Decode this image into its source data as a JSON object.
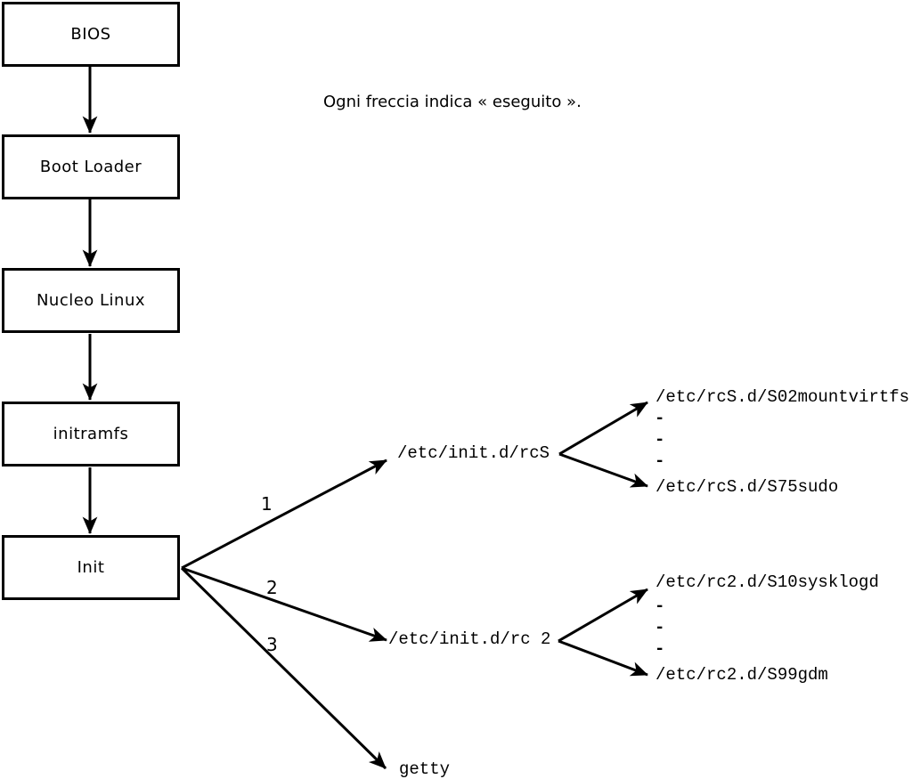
{
  "note": {
    "text": "Ogni freccia indica « eseguito »."
  },
  "chain": {
    "boxes": [
      {
        "label": "BIOS"
      },
      {
        "label": "Boot Loader"
      },
      {
        "label": "Nucleo Linux"
      },
      {
        "label": "initramfs"
      },
      {
        "label": "Init"
      }
    ]
  },
  "branches": [
    {
      "number": "1",
      "target": "/etc/init.d/rcS"
    },
    {
      "number": "2",
      "target": "/etc/init.d/rc 2"
    },
    {
      "number": "3",
      "target": "getty"
    }
  ],
  "rcs_scripts": {
    "first": "/etc/rcS.d/S02mountvirtfs",
    "dots": [
      "-",
      "-",
      "-"
    ],
    "last": "/etc/rcS.d/S75sudo"
  },
  "rc2_scripts": {
    "first": "/etc/rc2.d/S10sysklogd",
    "dots": [
      "-",
      "-",
      "-"
    ],
    "last": "/etc/rc2.d/S99gdm"
  },
  "colors": {
    "background": "#ffffff",
    "line": "#000000",
    "text": "#000000"
  }
}
